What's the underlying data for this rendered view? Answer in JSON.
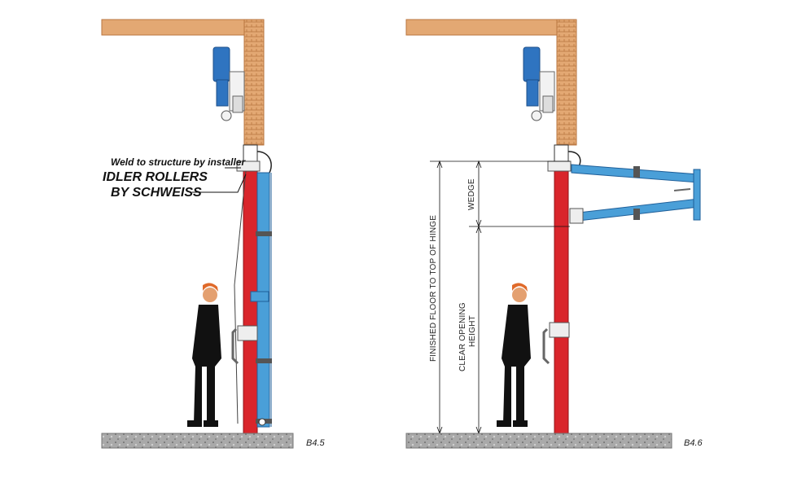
{
  "left_panel": {
    "note_weld": "Weld to structure by installer",
    "note_idler_line1": "IDLER ROLLERS",
    "note_idler_line2": "BY SCHWEISS",
    "figure_id": "B4.5"
  },
  "right_panel": {
    "dim_wedge": "WEDGE",
    "dim_finished_floor": "FINISHED FLOOR TO TOP OF HINGE",
    "dim_clear_opening_line1": "CLEAR OPENING",
    "dim_clear_opening_line2": "HEIGHT",
    "figure_id": "B4.6"
  },
  "colors": {
    "column_red": "#d9252b",
    "door_blue": "#4a9fd8",
    "motor_blue": "#2f74c0",
    "beam_wood": "#e3a873",
    "floor_gray": "#a9a9a9"
  }
}
